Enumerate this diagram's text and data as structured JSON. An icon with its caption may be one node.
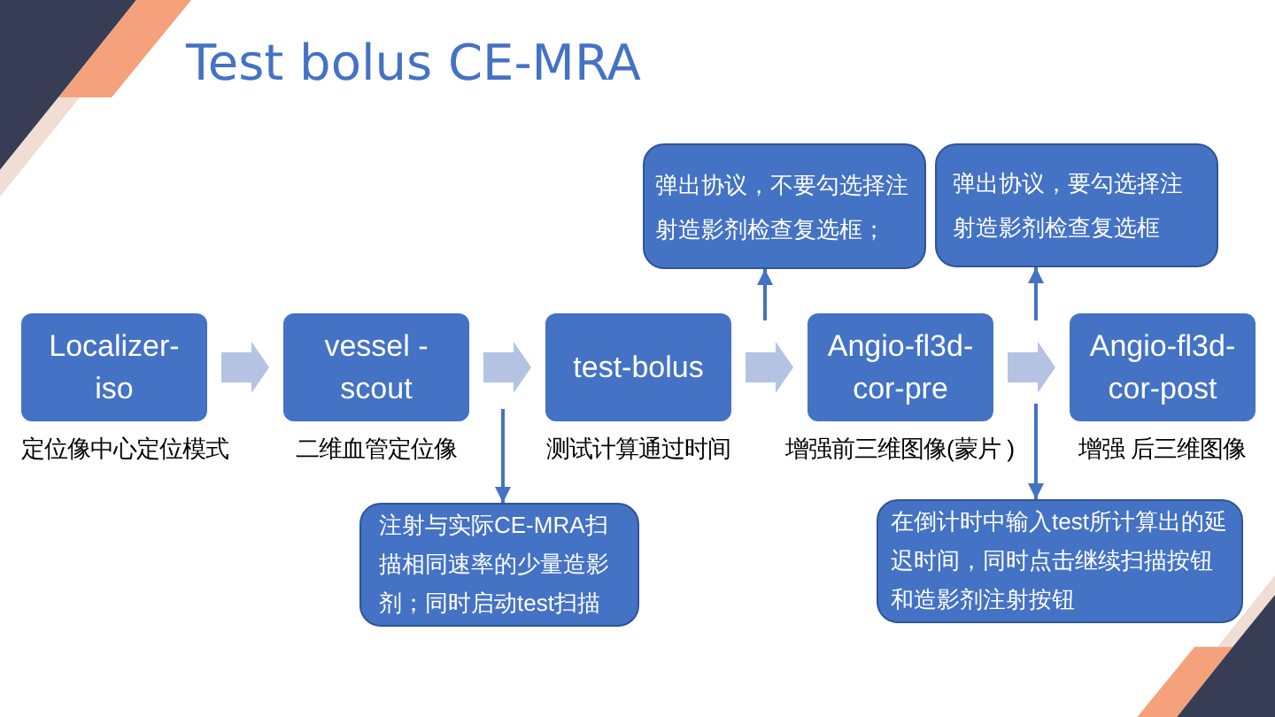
{
  "diagram": {
    "title": "Test bolus CE-MRA",
    "nodes": [
      {
        "text": [
          "Localizer-iso"
        ],
        "beside": [
          "定位像中心定位模式"
        ]
      },
      {
        "text": [
          "vessel - scout"
        ],
        "beside": [
          "二维血管定位像"
        ]
      },
      {
        "text": [
          "test-bolus"
        ],
        "beside": [
          "测试计算通过时间"
        ]
      },
      {
        "text": [
          "Angio-fl3d-cor-pre"
        ],
        "beside": [
          "增强前三维图像(蒙片 )"
        ]
      },
      {
        "text": [
          "Angio-fl3d-cor-post"
        ],
        "beside": [
          "增强 后三维图像"
        ]
      },
      {
        "text": [
          "弹出协议，不要勾选择注射造影剂检查复选框；"
        ]
      },
      {
        "text": [
          "弹出协议，要勾选择注射造影剂检查复选框"
        ]
      },
      {
        "text": [
          "注射与实际CE-MRA扫描相同速率的少量造影剂；同时启动test扫描"
        ]
      },
      {
        "text": [
          "在倒计时中输入test所计算出的延迟时间，同时点击继续扫描按钮和造影剂注射按钮"
        ]
      }
    ],
    "edges": [
      {
        "from": 0,
        "to": 1,
        "arrow": "to",
        "style": "thick",
        "color": "#b4c3e4"
      },
      {
        "from": 1,
        "to": 2,
        "arrow": "to",
        "style": "thick",
        "color": "#b4c3e4"
      },
      {
        "from": 2,
        "to": 3,
        "arrow": "to",
        "style": "thick",
        "color": "#b4c3e4"
      },
      {
        "from": 3,
        "to": 4,
        "arrow": "to",
        "style": "thick",
        "color": "#b4c3e4"
      },
      {
        "from": null,
        "to": 5,
        "arrow": "to"
      },
      {
        "from": null,
        "to": 6,
        "arrow": "to"
      },
      {
        "from": null,
        "to": 7,
        "arrow": "to"
      },
      {
        "from": null,
        "to": 8,
        "arrow": "to"
      }
    ]
  }
}
